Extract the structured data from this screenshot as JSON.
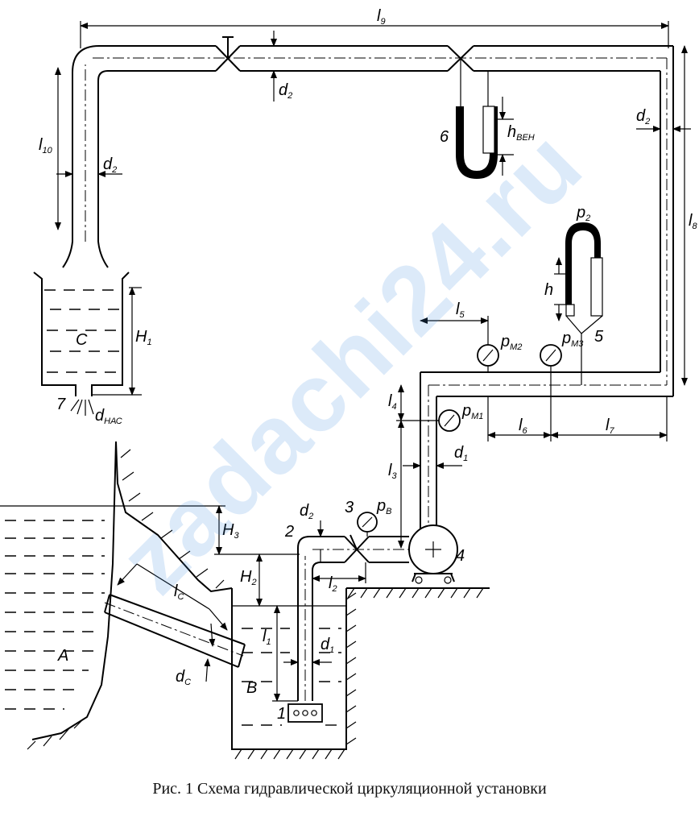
{
  "figure": {
    "caption": "Рис. 1 Схема гидравлической циркуляционной установки"
  },
  "watermark": "zadachi24.ru",
  "labels": {
    "l9": "l",
    "l9_sub": "9",
    "l10": "l",
    "l10_sub": "10",
    "l8": "l",
    "l8_sub": "8",
    "l5": "l",
    "l5_sub": "5",
    "l6": "l",
    "l6_sub": "6",
    "l7": "l",
    "l7_sub": "7",
    "l4": "l",
    "l4_sub": "4",
    "l3": "l",
    "l3_sub": "3",
    "l2": "l",
    "l2_sub": "2",
    "l1": "l",
    "l1_sub": "1",
    "lc": "l",
    "lc_sub": "C",
    "d2_top": "d",
    "d2_top_sub": "2",
    "d2_left": "d",
    "d2_left_sub": "2",
    "d2_right": "d",
    "d2_right_sub": "2",
    "d2_suction": "d",
    "d2_suction_sub": "2",
    "d1_pressure": "d",
    "d1_pressure_sub": "1",
    "d1_suction": "d",
    "d1_suction_sub": "1",
    "dc": "d",
    "dc_sub": "C",
    "dnac": "d",
    "dnac_sub": "НАС",
    "H1": "H",
    "H1_sub": "1",
    "H2": "H",
    "H2_sub": "2",
    "H3": "H",
    "H3_sub": "3",
    "h": "h",
    "hven": "h",
    "hven_sub": "ВЕН",
    "p2": "p",
    "p2_sub": "2",
    "pm1": "p",
    "pm1_sub": "М1",
    "pm2": "p",
    "pm2_sub": "М2",
    "pm3": "p",
    "pm3_sub": "М3",
    "pv": "p",
    "pv_sub": "В",
    "tank_C": "C",
    "res_A": "A",
    "res_B": "B",
    "n1": "1",
    "n2": "2",
    "n3": "3",
    "n4": "4",
    "n5": "5",
    "n6": "6",
    "n7": "7"
  }
}
